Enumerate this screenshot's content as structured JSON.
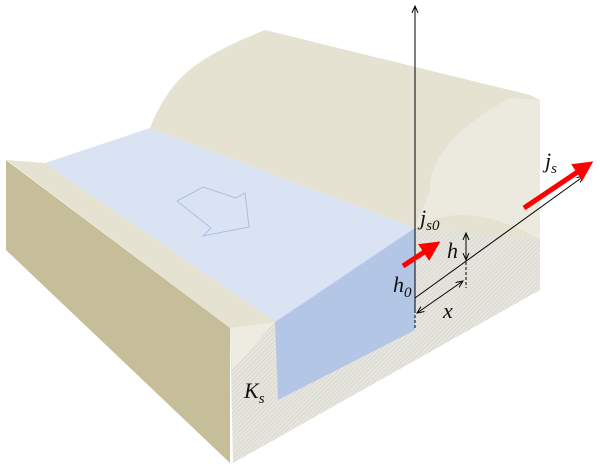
{
  "labels": {
    "js": "j",
    "js_sub": "s",
    "js0": "j",
    "js0_sub": "s0",
    "h": "h",
    "h0": "h",
    "h0_sub": "0",
    "x": "x",
    "Ks": "K",
    "Ks_sub": "s"
  },
  "colors": {
    "soil_side": "#c5be98",
    "soil_top": "#e6e2d2",
    "soil_front": "#e4e3dc",
    "water_surface": "#d9e3f3",
    "water_front": "#b4c6e6",
    "flux_arrow": "#ff0000"
  }
}
